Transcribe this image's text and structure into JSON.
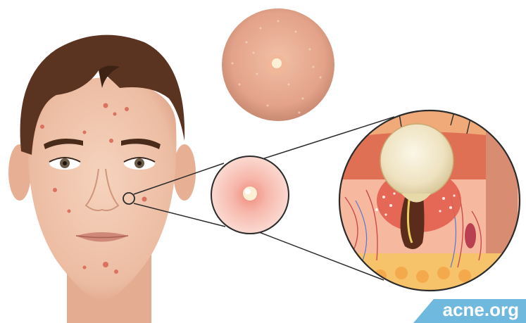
{
  "brand": {
    "logo_text": "acne.org"
  },
  "colors": {
    "skin": "#f2c8b0",
    "skin_shadow": "#e2a88c",
    "hair": "#5a3420",
    "pimple_red": "#e96a5a",
    "pus": "#f3ead2",
    "logo_bg": "#6fb8de"
  },
  "icons": {
    "face": "face-illustration",
    "closeup": "skin-closeup-circle",
    "small_circle": "pimple-magnified-circle",
    "cross_section": "pimple-cross-section-circle"
  }
}
